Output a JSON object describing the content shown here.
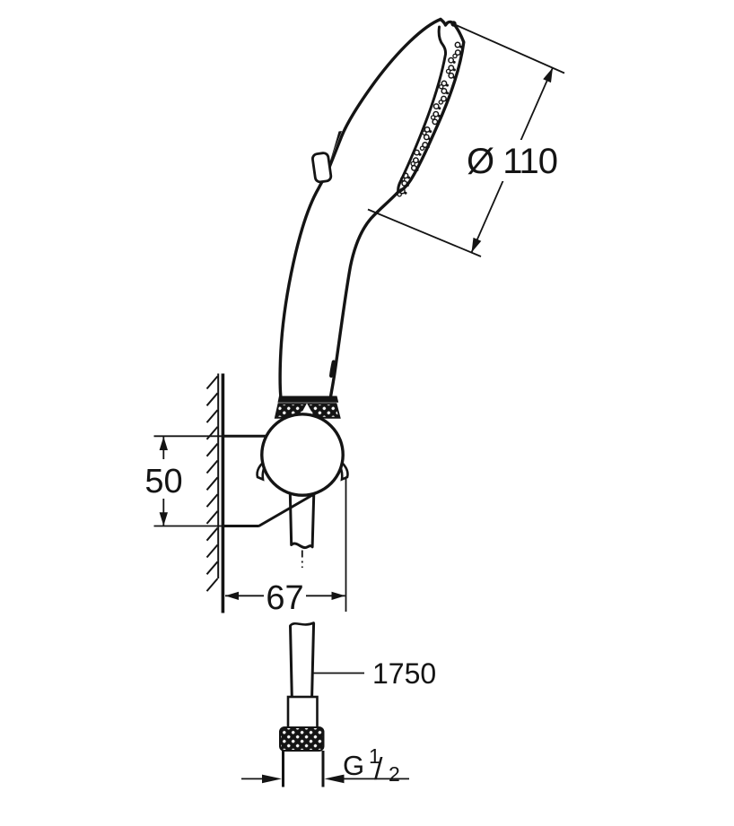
{
  "drawing": {
    "kind": "hand-shower-dimension-drawing",
    "dimensions": {
      "head_diameter": "Ø 110",
      "holder_height": "50",
      "holder_depth": "67",
      "hose_length": "1750",
      "thread_prefix": "G",
      "thread_numerator": "1",
      "thread_slash": "/",
      "thread_denominator": "2"
    },
    "colors": {
      "line": "#141414",
      "background": "#ffffff"
    }
  }
}
